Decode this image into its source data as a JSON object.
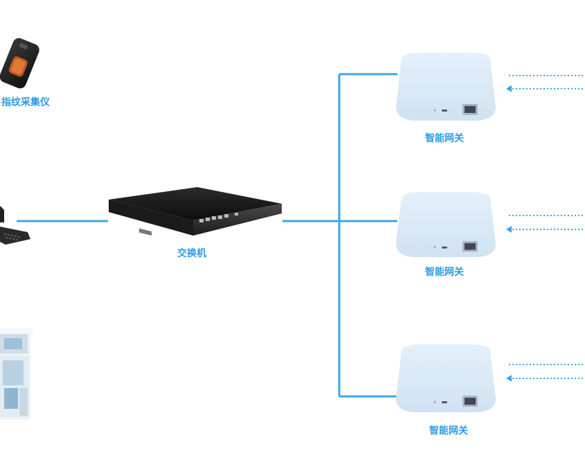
{
  "labels": {
    "fingerprint": "指纹采集仪",
    "switch": "交换机",
    "gateway_1": "智能网关",
    "gateway_2": "智能网关",
    "gateway_3": "智能网关"
  },
  "icons": {
    "fingerprint": "fingerprint-scanner-icon",
    "computer": "computer-icon",
    "building": "building-icon",
    "switch": "network-switch-icon",
    "gateway": "smart-gateway-icon"
  },
  "colors": {
    "line": "#3aa6e8",
    "label": "#2c9be0",
    "gateway_body": "#d9e9f7"
  }
}
